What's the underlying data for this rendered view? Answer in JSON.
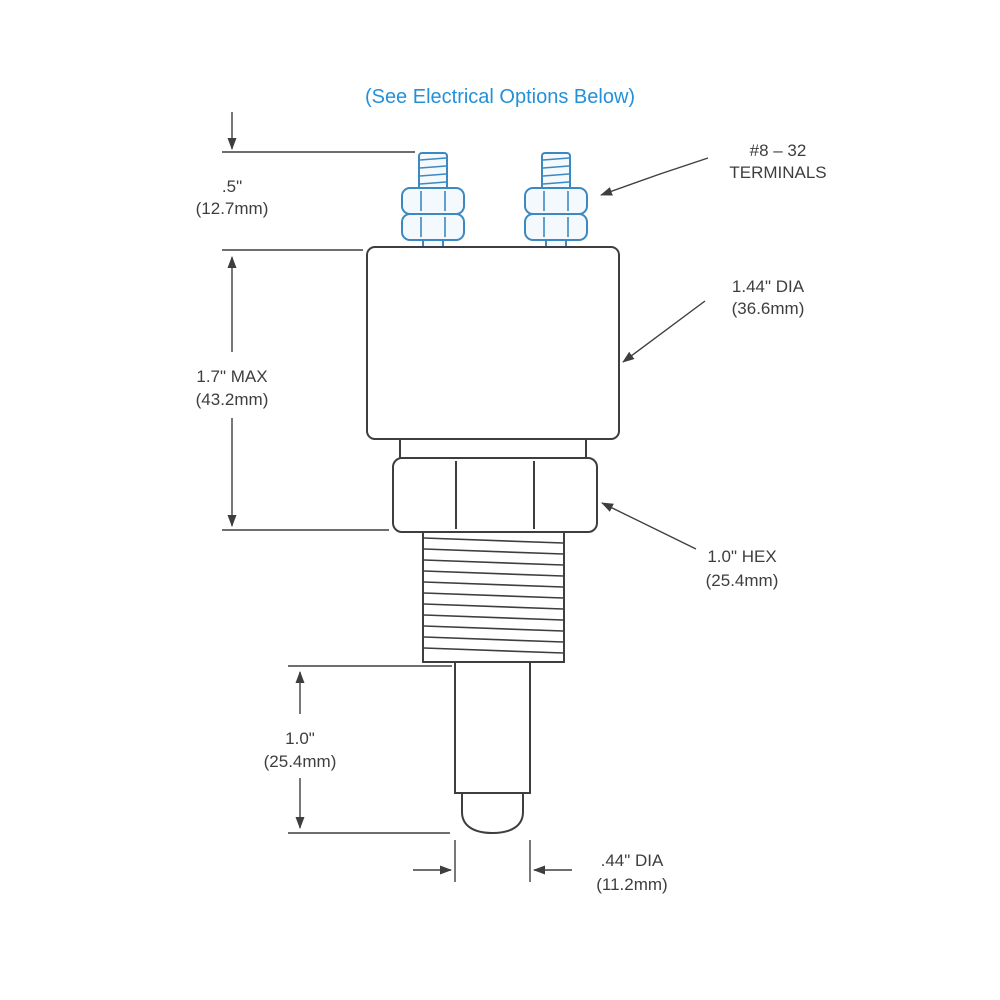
{
  "title": "(See Electrical Options Below)",
  "annotations": {
    "terminals": {
      "line1": "#8 – 32",
      "line2": "TERMINALS"
    },
    "body_dia": {
      "line1": "1.44\" DIA",
      "line2": "(36.6mm)"
    },
    "hex": {
      "line1": "1.0\" HEX",
      "line2": "(25.4mm)"
    },
    "stud_height": {
      "line1": ".5\"",
      "line2": "(12.7mm)"
    },
    "body_height": {
      "line1": "1.7\" MAX",
      "line2": "(43.2mm)"
    },
    "probe_length": {
      "line1": "1.0\"",
      "line2": "(25.4mm)"
    },
    "probe_dia": {
      "line1": ".44\" DIA",
      "line2": "(11.2mm)"
    }
  },
  "colors": {
    "title_blue": "#2391d9",
    "line_dark": "#3e3e3e",
    "terminal_blue": "#3c88c0"
  }
}
